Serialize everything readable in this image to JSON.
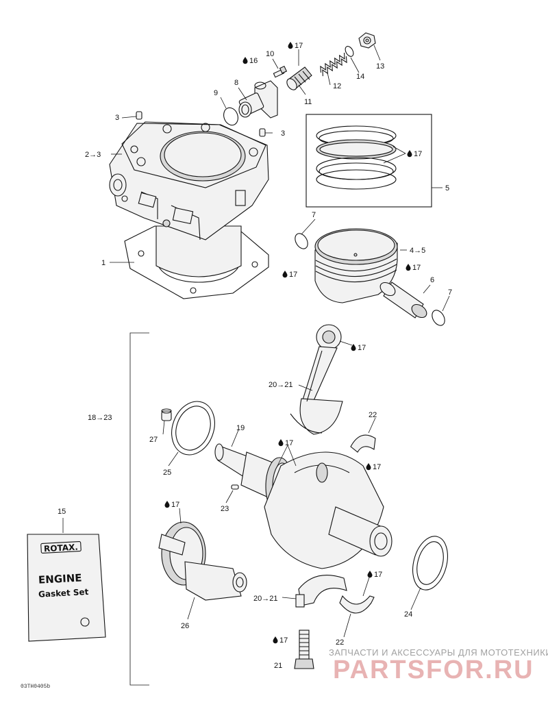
{
  "labels": {
    "p1": "1",
    "p2": "2→3",
    "p3a": "3",
    "p3b": "3",
    "p4": "4→5",
    "p5": "5",
    "p6": "6",
    "p7a": "7",
    "p7b": "7",
    "p8": "8",
    "p9": "9",
    "p10": "10",
    "p11": "11",
    "p12": "12",
    "p13": "13",
    "p14": "14",
    "p15": "15",
    "p16": "16",
    "p17": "17",
    "p18": "18→23",
    "p19": "19",
    "p20a": "20→21",
    "p20b": "20→21",
    "p21": "21",
    "p22a": "22",
    "p22b": "22",
    "p23": "23",
    "p24": "24",
    "p25": "25",
    "p26": "26",
    "p27": "27"
  },
  "book": {
    "brand": "ROTAX.",
    "line1": "ENGINE",
    "line2": "Gasket Set"
  },
  "diagram_code": "03TH0405b",
  "watermark": {
    "tagline": "ЗАПЧАСТИ И АКСЕССУАРЫ ДЛЯ МОТОТЕХНИКИ",
    "logo": "PARTSFOR.RU"
  }
}
